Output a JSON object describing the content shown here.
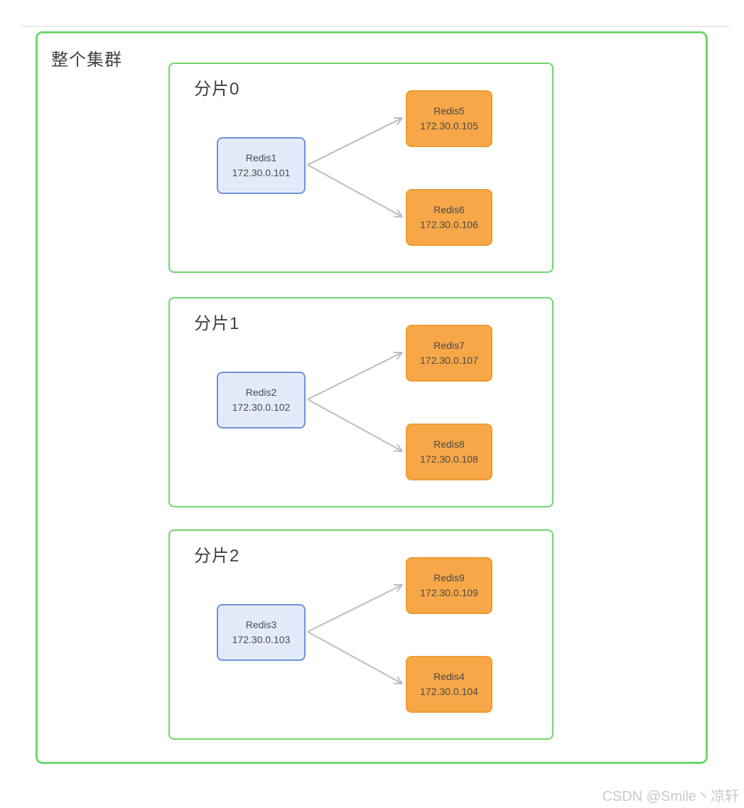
{
  "cluster": {
    "label": "整个集群",
    "shards": [
      {
        "label": "分片0",
        "master": {
          "name": "Redis1",
          "ip": "172.30.0.101"
        },
        "replicas": [
          {
            "name": "Redis5",
            "ip": "172.30.0.105"
          },
          {
            "name": "Redis6",
            "ip": "172.30.0.106"
          }
        ]
      },
      {
        "label": "分片1",
        "master": {
          "name": "Redis2",
          "ip": "172.30.0.102"
        },
        "replicas": [
          {
            "name": "Redis7",
            "ip": "172.30.0.107"
          },
          {
            "name": "Redis8",
            "ip": "172.30.0.108"
          }
        ]
      },
      {
        "label": "分片2",
        "master": {
          "name": "Redis3",
          "ip": "172.30.0.103"
        },
        "replicas": [
          {
            "name": "Redis9",
            "ip": "172.30.0.109"
          },
          {
            "name": "Redis4",
            "ip": "172.30.0.104"
          }
        ]
      }
    ]
  },
  "watermark": {
    "text": "CSDN @Smile丶凉轩"
  },
  "colors": {
    "green": "#6fd66f",
    "master_fill": "#e3ebfb",
    "master_border": "#7191db",
    "replica_fill": "#f7a747",
    "replica_border": "#ef9c34",
    "arrow": "#bcbcbc",
    "node_text": "#4a4a4a",
    "label_text": "#3c4247",
    "topbar_line": "#e9e9e9",
    "watermark": "#c9c9c9"
  }
}
